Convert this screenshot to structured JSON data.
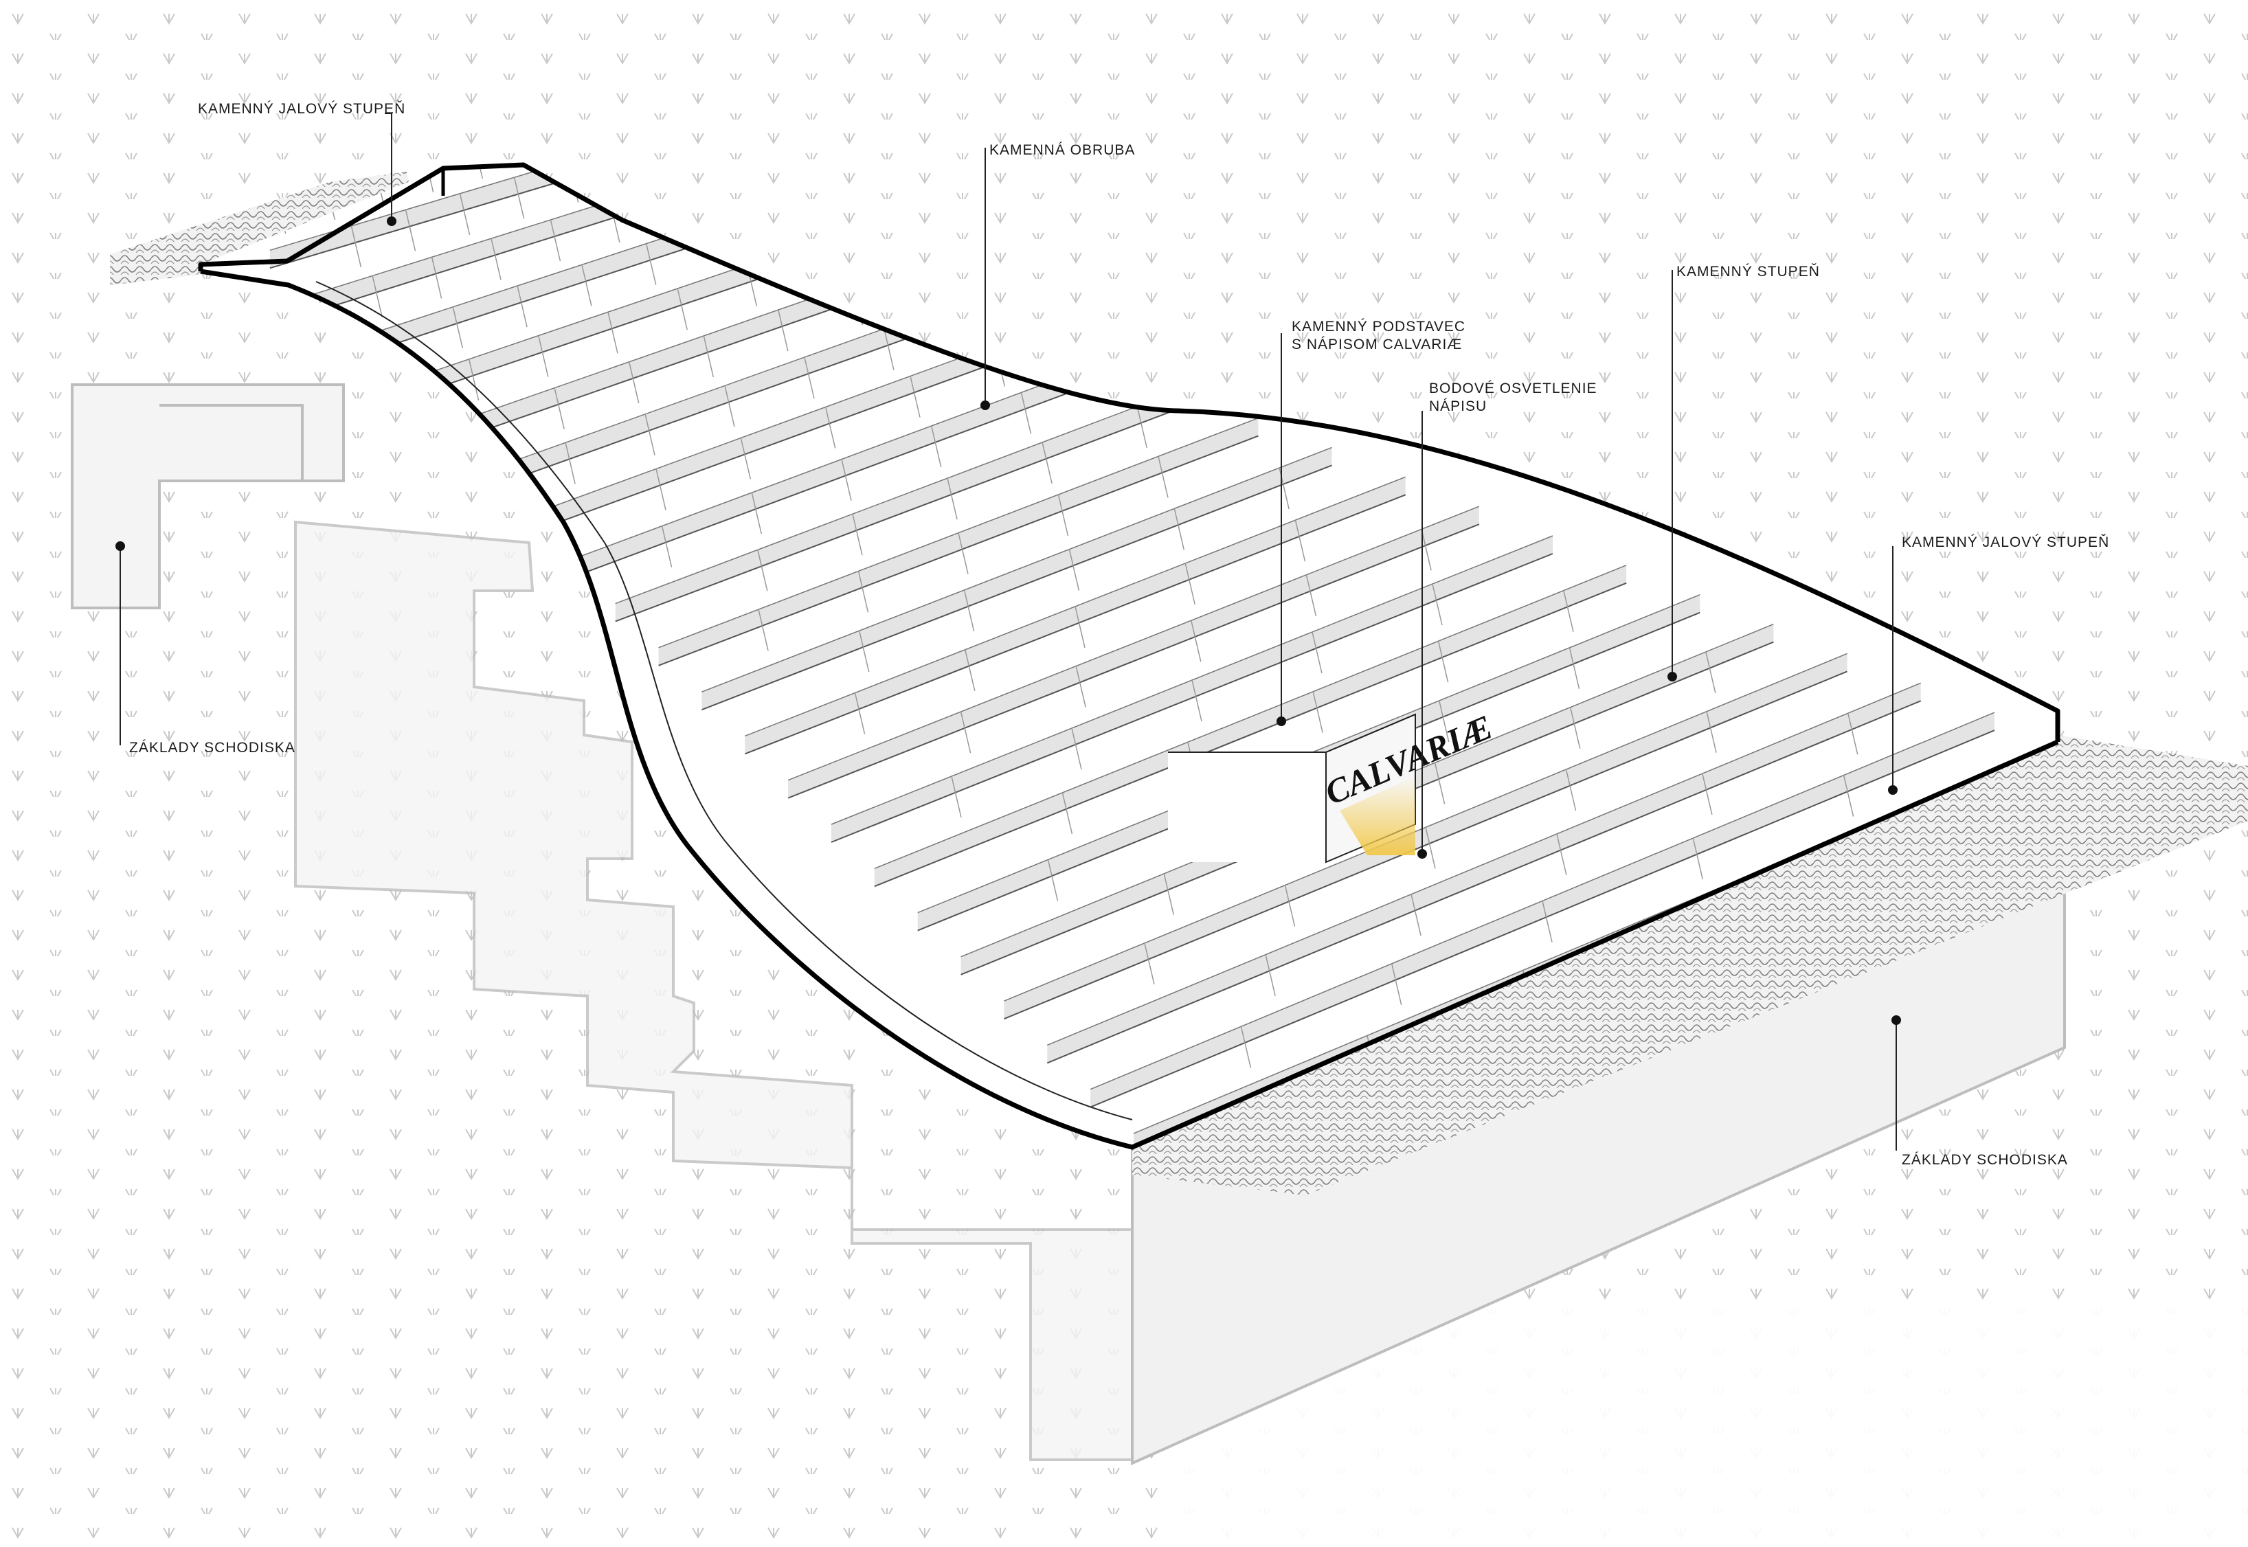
{
  "labels": {
    "top_left_step": "KAMENNÝ JALOVÝ STUPEŇ",
    "curb": "KAMENNÁ OBRUBA",
    "stone_step": "KAMENNÝ STUPEŇ",
    "pedestal_line1": "KAMENNÝ PODSTAVEC",
    "pedestal_line2": "S NÁPISOM CALVARIÆ",
    "lighting_line1": "BODOVÉ OSVETLENIE",
    "lighting_line2": "NÁPISU",
    "right_step": "KAMENNÝ JALOVÝ STUPEŇ",
    "foundation_left": "ZÁKLADY SCHODISKA",
    "foundation_right": "ZÁKLADY SCHODISKA"
  },
  "pedestal": {
    "inscription": "CALVARIÆ"
  },
  "colors": {
    "outline": "#000000",
    "step_face": "#ffffff",
    "step_shadow": "#e6e6e6",
    "foundation": "#f3f3f3",
    "foundation_line": "#bbbbbb",
    "grass": "#c8c8c8",
    "cobble": "#8a8a8a",
    "light_glow": "#f4d26a"
  }
}
